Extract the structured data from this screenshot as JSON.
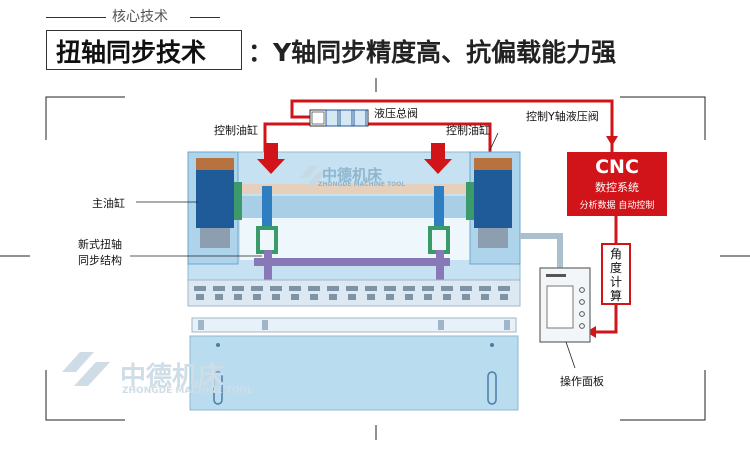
{
  "header": {
    "tag": "核心技术",
    "title_boxed": "扭轴同步技术",
    "title_rest": "：Y轴同步精度高、抗偏载能力强"
  },
  "labels": {
    "main_valve": "液压总阀",
    "control_cylinder": "控制油缸",
    "y_axis_valve": "控制Y轴液压阀",
    "main_cylinder": "主油缸",
    "torsion_sync_line1": "新式扭轴",
    "torsion_sync_line2": "同步结构",
    "operation_panel": "操作面板",
    "angle_calc_1": "角",
    "angle_calc_2": "度",
    "angle_calc_3": "计",
    "angle_calc_4": "算"
  },
  "cnc": {
    "title": "CNC",
    "subtitle": "数控系统",
    "functions": "分析数据  自动控制"
  },
  "watermark": {
    "cn": "中德机床",
    "en": "ZHONGDE MACHINE TOOL"
  },
  "colors": {
    "accent_red": "#d01419",
    "machine_blue": "#b9dcef",
    "cylinder_blue": "#1f5a99",
    "green": "#3a9a6a",
    "purple": "#8878b8"
  }
}
